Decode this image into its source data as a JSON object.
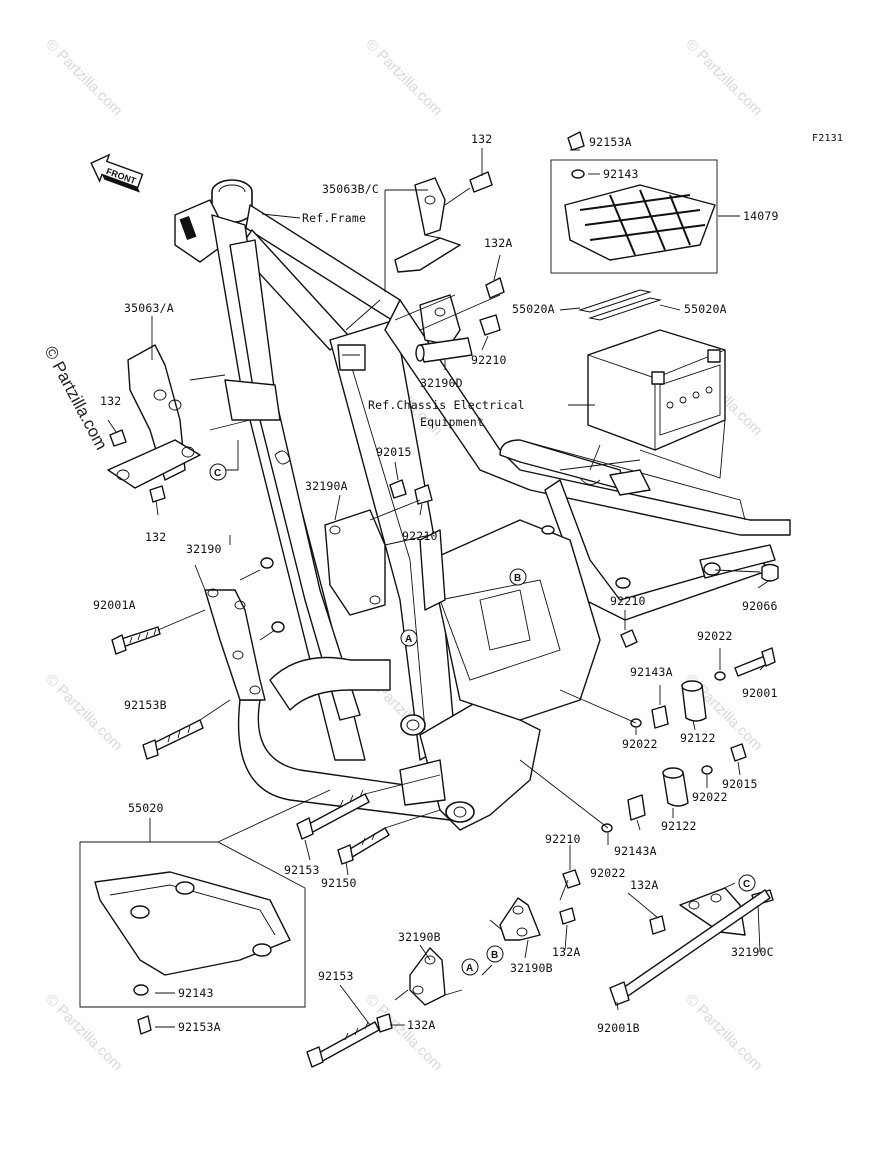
{
  "diagram": {
    "code": "F2131",
    "front_label": "FRONT",
    "watermark": "© Partzilla.com",
    "refs": {
      "frame": "Ref.Frame",
      "chassis_line1": "Ref.Chassis Electrical",
      "chassis_line2": "Equipment"
    },
    "callouts": {
      "a": "A",
      "b": "B",
      "c": "C"
    },
    "parts": {
      "p132_top": "132",
      "p35063bc": "35063B/C",
      "p132a_top": "132A",
      "p35063a": "35063/A",
      "p132_left": "132",
      "p132_lower": "132",
      "p32190d": "32190D",
      "p92210_top": "92210",
      "p92153a_top": "92153A",
      "p92143_top": "92143",
      "p14079": "14079",
      "p55020a_left": "55020A",
      "p55020a_right": "55020A",
      "p92015_top": "92015",
      "p32190a": "32190A",
      "p92210_mid": "92210",
      "p32190": "32190",
      "p92001a": "92001A",
      "p92153b": "92153B",
      "p92066": "92066",
      "p92210_right": "92210",
      "p92022_1": "92022",
      "p92001": "92001",
      "p92143a_1": "92143A",
      "p92122_1": "92122",
      "p92022_2": "92022",
      "p92015_right": "92015",
      "p92022_3": "92022",
      "p92122_2": "92122",
      "p92143a_2": "92143A",
      "p92022_4": "92022",
      "p92210_low": "92210",
      "p55020": "55020",
      "p92153_mid": "92153",
      "p92150": "92150",
      "p132a_low1": "132A",
      "p32190b_left": "32190B",
      "p32190b_right": "32190B",
      "p132a_low2": "132A",
      "p32190c": "32190C",
      "p92001b": "92001B",
      "p92153_low": "92153",
      "p132a_low3": "132A",
      "p92143_low": "92143",
      "p92153a_low": "92153A"
    }
  }
}
